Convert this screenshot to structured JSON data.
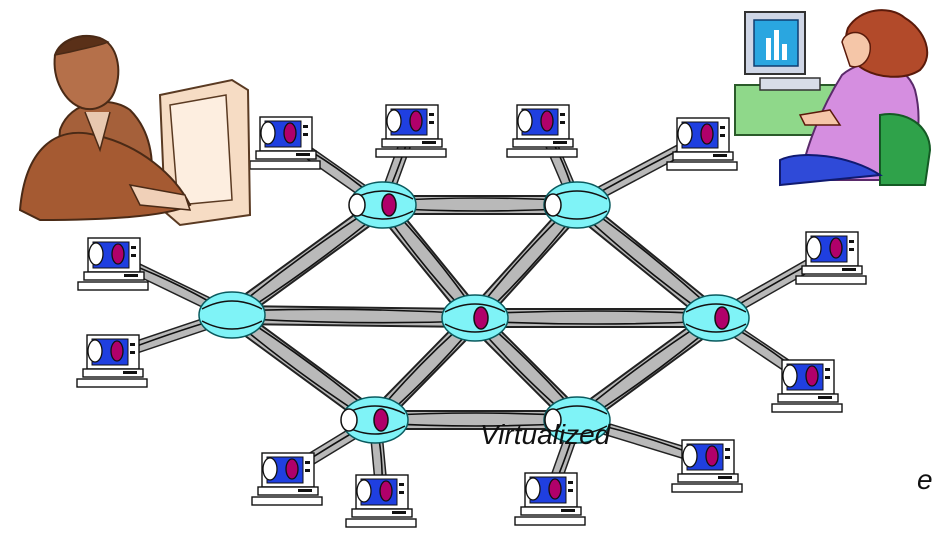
{
  "diagram": {
    "caption": "Virtualized",
    "caption_edge_fragment": "e"
  },
  "icons": {
    "user_left": "businessman-at-computer-clipart",
    "user_right": "woman-at-computer-clipart",
    "router": "network-switch-node-icon",
    "host": "computer-terminal-icon"
  },
  "colors": {
    "router_fill": "#7ff3f7",
    "link_fill": "#b9b9b9",
    "host_screen": "#1f3fe0",
    "port_white": "#ffffff",
    "port_magenta": "#b0006a"
  }
}
